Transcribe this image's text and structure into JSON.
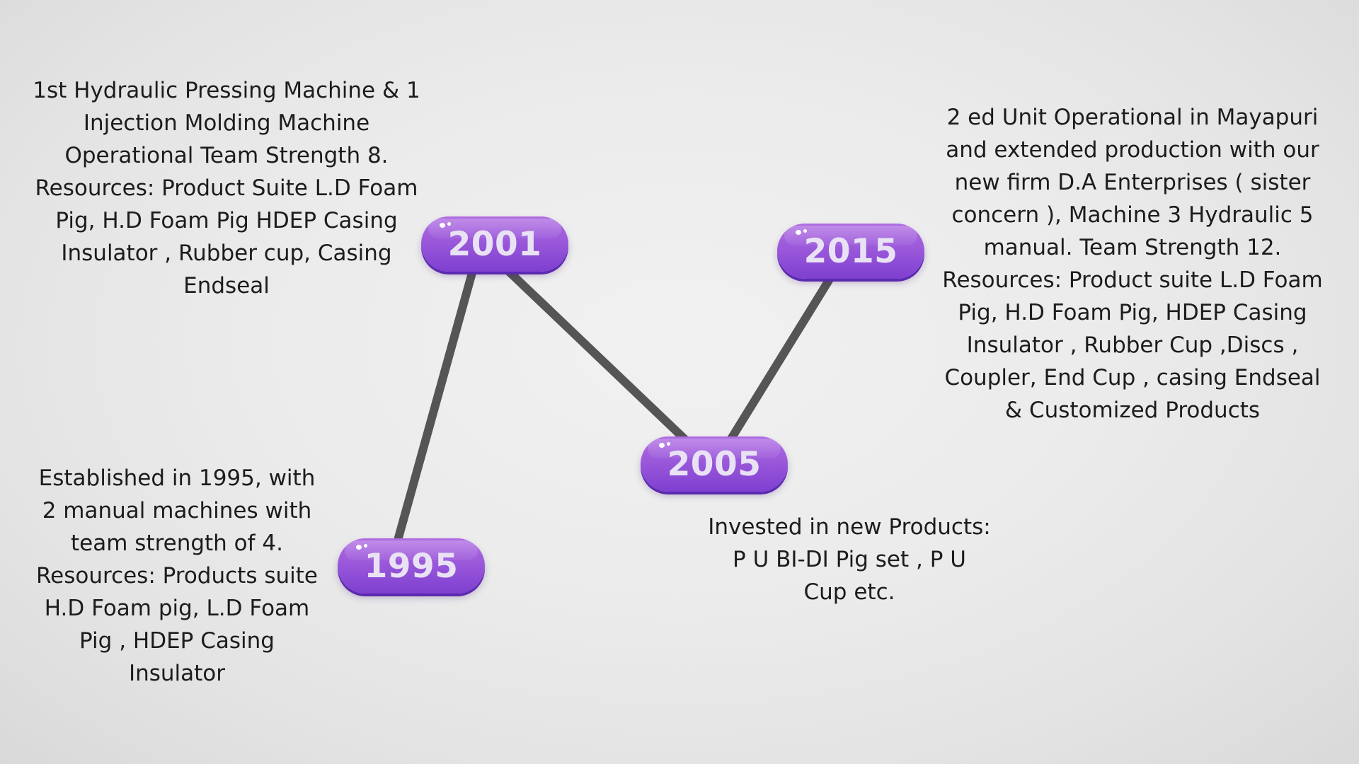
{
  "milestones": [
    {
      "year": "1995",
      "description": [
        "Established in 1995, with",
        "2 manual machines with",
        "team strength of 4.",
        "Resources: Products suite",
        "H.D Foam pig, L.D Foam",
        "Pig , HDEP Casing",
        "Insulator"
      ]
    },
    {
      "year": "2001",
      "description": [
        "1st Hydraulic Pressing Machine & 1",
        "Injection Molding Machine",
        "Operational Team Strength 8.",
        "Resources: Product Suite L.D Foam",
        "Pig, H.D Foam Pig HDEP Casing",
        "Insulator , Rubber cup, Casing",
        "Endseal"
      ]
    },
    {
      "year": "2005",
      "description": [
        "Invested in new Products:",
        "P U BI-DI Pig set , P U",
        "Cup etc."
      ]
    },
    {
      "year": "2015",
      "description": [
        "2 ed Unit Operational in Mayapuri",
        "and extended production with our",
        "new firm D.A Enterprises ( sister",
        "concern ), Machine 3 Hydraulic 5",
        "manual. Team Strength 12.",
        "Resources: Product suite L.D Foam",
        "Pig, H.D Foam Pig, HDEP Casing",
        "Insulator , Rubber Cup ,Discs ,",
        "Coupler, End Cup , casing Endseal",
        "& Customized Products"
      ]
    }
  ],
  "colors": {
    "connector": "#555555",
    "pill_top": "#b06de2",
    "pill_bottom": "#7f3fd0",
    "year_text": "#e9e2f4"
  }
}
